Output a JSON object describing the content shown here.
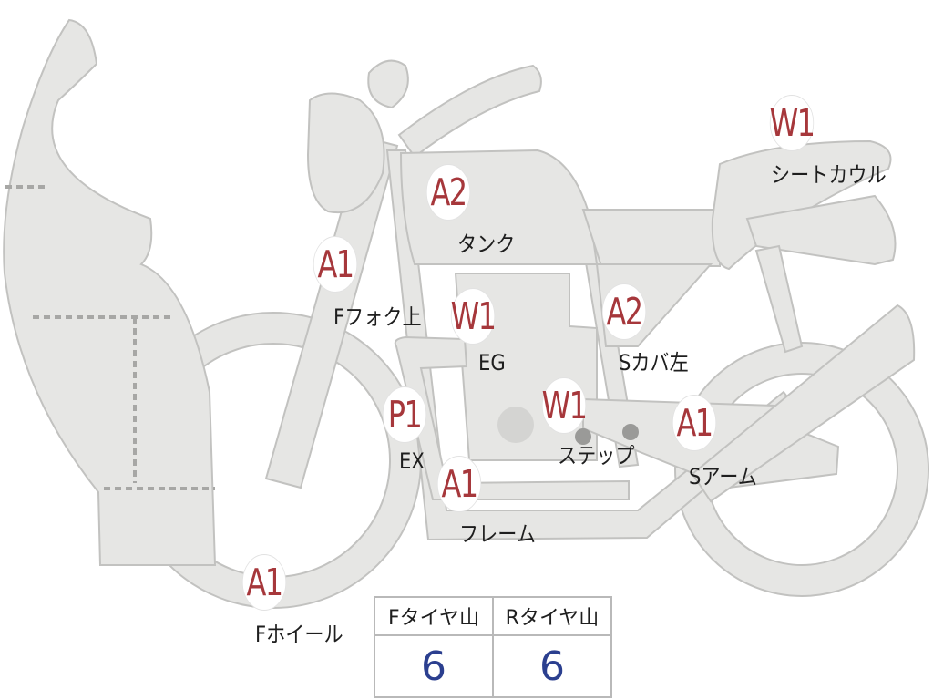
{
  "damage_map": {
    "points": [
      {
        "code": "A1",
        "part": "Fフォク上"
      },
      {
        "code": "A2",
        "part": "タンク"
      },
      {
        "code": "W1",
        "part": "シートカウル"
      },
      {
        "code": "W1",
        "part": "EG"
      },
      {
        "code": "A2",
        "part": "Sカバ左"
      },
      {
        "code": "P1",
        "part": "EX"
      },
      {
        "code": "W1",
        "part": "ステップ"
      },
      {
        "code": "A1",
        "part": "Sアーム"
      },
      {
        "code": "A1",
        "part": "フレーム"
      },
      {
        "code": "A1",
        "part": "Fホイール"
      }
    ]
  },
  "tire_table": {
    "headers": [
      "Fタイヤ山",
      "Rタイヤ山"
    ],
    "values": [
      "6",
      "6"
    ]
  },
  "colors": {
    "part_fill": "#e6e6e4",
    "part_stroke": "#c2c2c0",
    "code_text": "#a6373b",
    "value_text": "#2b3f8f"
  }
}
